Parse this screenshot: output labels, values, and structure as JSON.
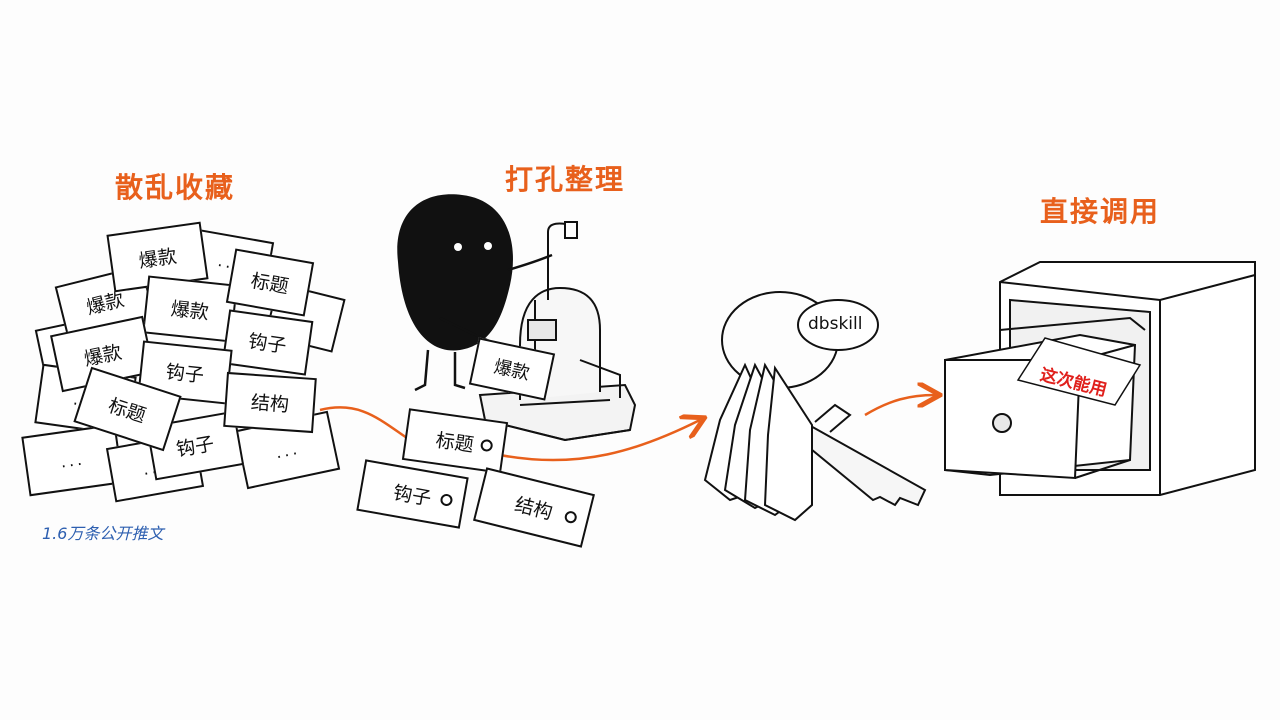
{
  "stages": {
    "scatter_title": "散乱收藏",
    "punch_title": "打孔整理",
    "use_title": "直接调用"
  },
  "pile": {
    "caption": "1.6万条公开推文",
    "cards": [
      "爆款",
      "爆款",
      "爆款",
      "爆款",
      "标题",
      "钩子",
      "钩子",
      "结构",
      "标题",
      "钩子",
      "...",
      "...",
      "...",
      "...",
      "...",
      "...",
      "..."
    ]
  },
  "punch": {
    "card_in_press": "爆款",
    "output_cards": [
      "标题",
      "钩子",
      "结构"
    ]
  },
  "keyring": {
    "tag_label": "dbskill"
  },
  "drawer": {
    "note": "这次能用"
  },
  "colors": {
    "accent": "#e8601c",
    "caption": "#2d5fb0",
    "note": "#e0201c",
    "ink": "#111111"
  }
}
